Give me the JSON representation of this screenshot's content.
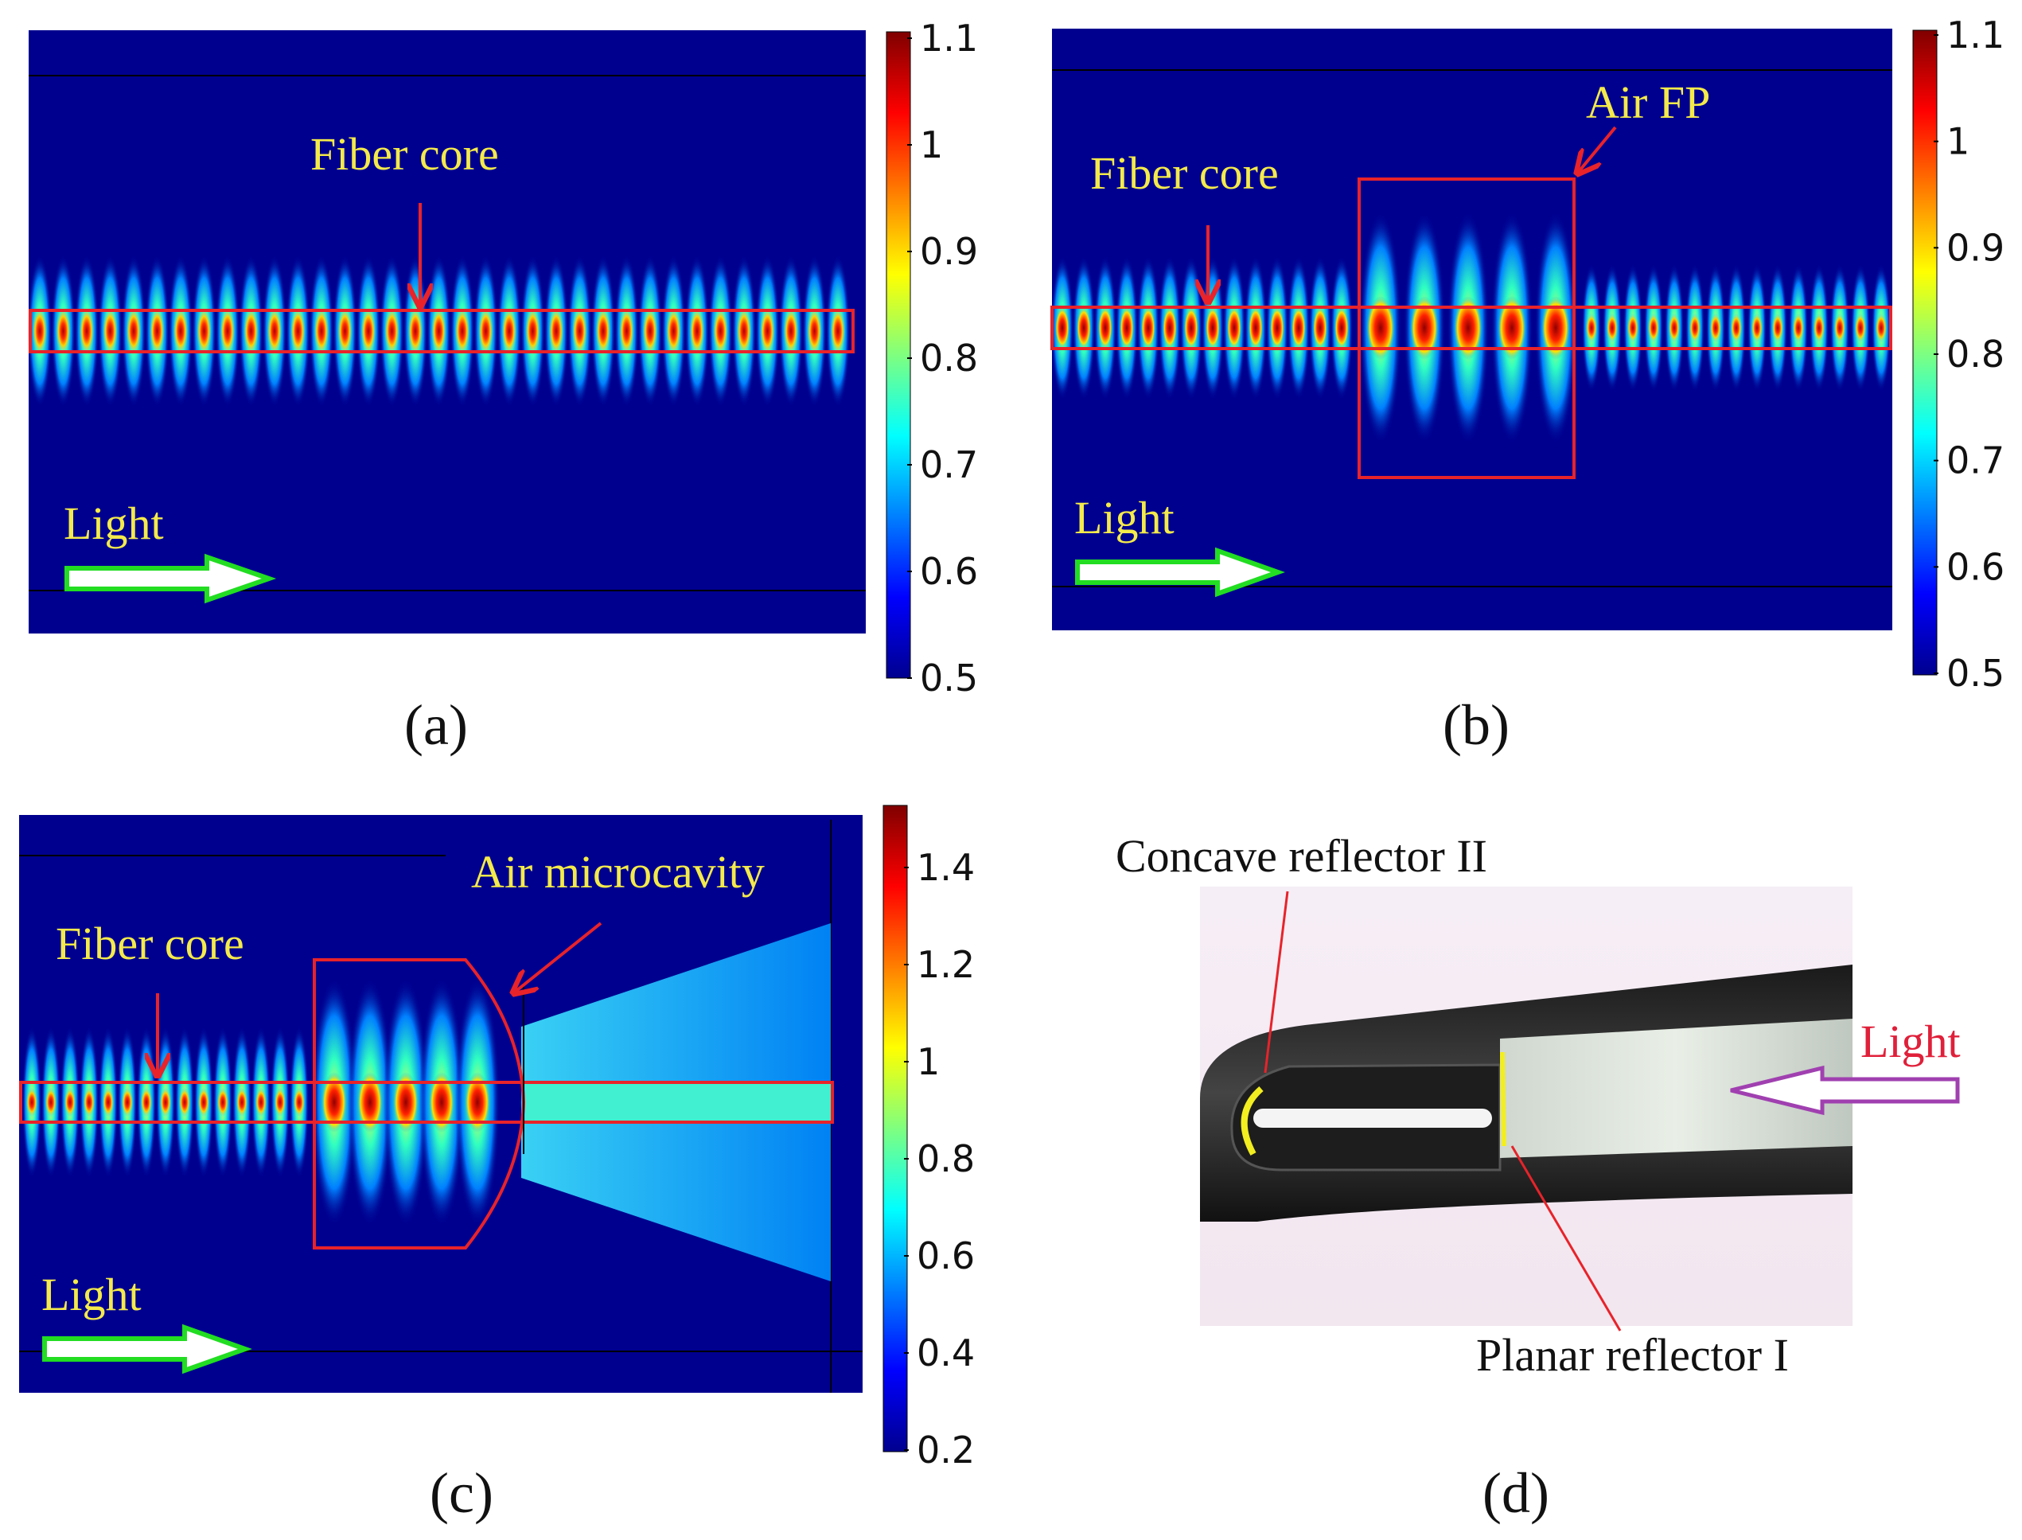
{
  "panels": {
    "a": {
      "caption": "(a)",
      "label_core": "Fiber core",
      "label_light": "Light",
      "colorbar_ticks": [
        "1.1",
        "1",
        "0.9",
        "0.8",
        "0.7",
        "0.6",
        "0.5"
      ]
    },
    "b": {
      "caption": "(b)",
      "label_core": "Fiber core",
      "label_fp": "Air FP",
      "label_light": "Light",
      "colorbar_ticks": [
        "1.1",
        "1",
        "0.9",
        "0.8",
        "0.7",
        "0.6",
        "0.5"
      ]
    },
    "c": {
      "caption": "(c)",
      "label_core": "Fiber core",
      "label_cavity": "Air microcavity",
      "label_light": "Light",
      "colorbar_ticks": [
        "1.4",
        "1.2",
        "1",
        "0.8",
        "0.6",
        "0.4",
        "0.2"
      ]
    },
    "d": {
      "caption": "(d)",
      "label_concave": "Concave reflector II",
      "label_planar": "Planar reflector I",
      "label_light": "Light"
    }
  },
  "colors": {
    "field_bg": "#00008f",
    "annotation_red": "#e8232a",
    "label_yellow": "#f4ea4a",
    "arrow_green": "#22dd22",
    "arrow_purple": "#a040b0",
    "light_red": "#e0203a"
  }
}
